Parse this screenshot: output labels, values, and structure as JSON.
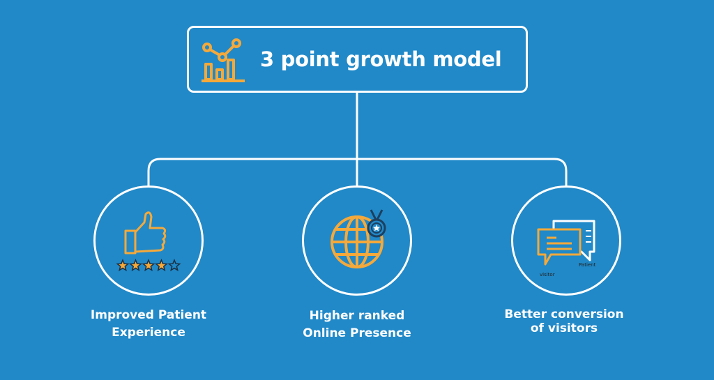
{
  "title": "3 point growth model",
  "colors": {
    "background": "#2189c8",
    "accent": "#f5a93a",
    "line": "#ffffff"
  },
  "nodes": [
    {
      "icon": "thumbs-up-rating-icon",
      "label_line1": "Improved Patient",
      "label_line2": "Experience",
      "rating": 4,
      "rating_max": 5
    },
    {
      "icon": "globe-medal-icon",
      "label_line1": "Higher ranked",
      "label_line2": "Online Presence"
    },
    {
      "icon": "chat-bubbles-icon",
      "label_line1": "Better conversion",
      "label_line2": "of visitors",
      "bubble_labels": {
        "front": "visitor",
        "back": "Patient"
      }
    }
  ]
}
